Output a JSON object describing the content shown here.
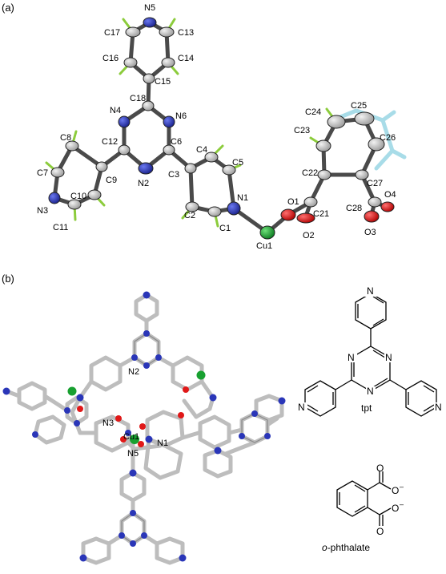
{
  "panels": {
    "a": "(a)",
    "b": "(b)"
  },
  "colors": {
    "carbon": "#c8c8c8",
    "nitrogen": "#2a36b8",
    "oxygen": "#e01818",
    "copper": "#18a030",
    "hydrogen": "#8ccc3c",
    "disorder": "#a8dce8",
    "stick": "#bdbdbd"
  },
  "atoms_a": {
    "N5": "N5",
    "C17": "C17",
    "C13": "C13",
    "C16": "C16",
    "C14": "C14",
    "C15": "C15",
    "C18": "C18",
    "N4": "N4",
    "N6": "N6",
    "C12": "C12",
    "C6": "C6",
    "C8": "C8",
    "C9": "C9",
    "N2": "N2",
    "C3": "C3",
    "C4": "C4",
    "C5": "C5",
    "C7": "C7",
    "N3": "N3",
    "C10": "C10",
    "C11": "C11",
    "N1": "N1",
    "C2": "C2",
    "C1": "C1",
    "Cu1": "Cu1",
    "O1": "O1",
    "O2": "O2",
    "C21": "C21",
    "C22": "C22",
    "C23": "C23",
    "C24": "C24",
    "C25": "C25",
    "C26": "C26",
    "C27": "C27",
    "C28": "C28",
    "O3": "O3",
    "O4": "O4"
  },
  "labels_b": {
    "N2": "N2",
    "N3": "N3",
    "Cu1": "Cu1",
    "N1": "N1",
    "N5": "N5"
  },
  "scheme": {
    "tpt_label": "tpt",
    "ring_N": "N",
    "phthalate_label_prefix": "o",
    "phthalate_label_suffix": "-phthalate",
    "carboxylate_O": "O",
    "carboxylate_charge": "–"
  }
}
